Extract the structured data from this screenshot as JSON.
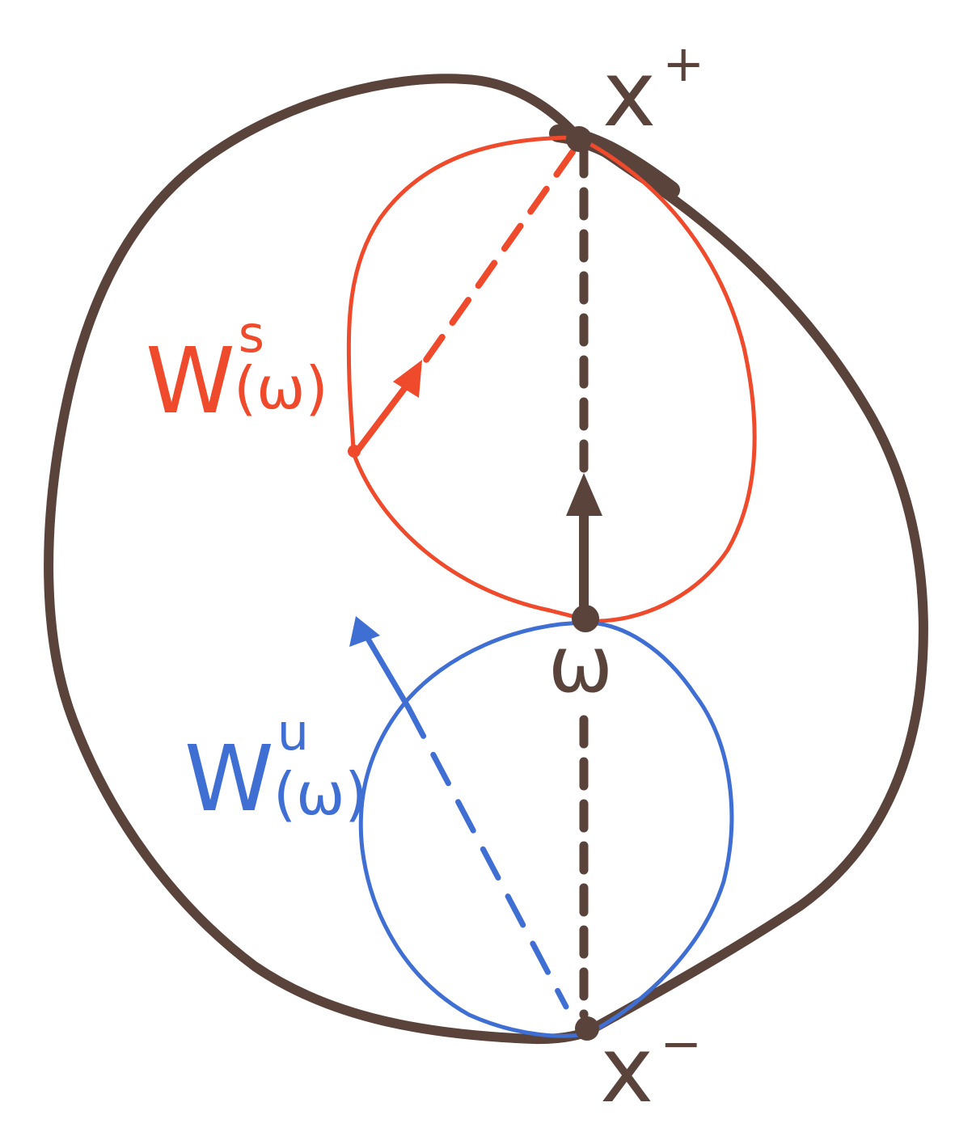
{
  "colors": {
    "boundary": "#5a433b",
    "stable": "#ee4a2b",
    "unstable": "#3f6fd3",
    "background": "#ffffff"
  },
  "labels": {
    "x_plus": {
      "base": "x",
      "sup": "+"
    },
    "x_minus": {
      "base": "x",
      "sup": "−"
    },
    "omega": "ω",
    "stable_manifold": {
      "base": "W",
      "sup": "s",
      "arg": "(ω)"
    },
    "unstable_manifold": {
      "base": "W",
      "sup": "u",
      "arg": "(ω)"
    }
  }
}
